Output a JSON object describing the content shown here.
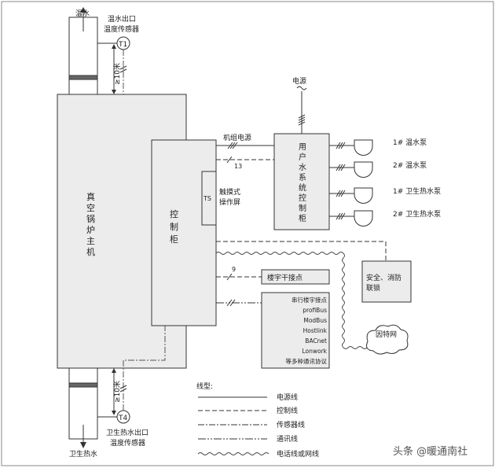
{
  "labels": {
    "hot_water": "温水",
    "hot_water_sensor_1": "温水出口",
    "hot_water_sensor_2": "温度传感器",
    "t1": "T1",
    "dist_top": "≥10米",
    "power_source": "电源",
    "boiler": [
      "真",
      "空",
      "锅",
      "炉",
      "主",
      "机"
    ],
    "cabinet": [
      "控",
      "制",
      "柜"
    ],
    "ts": "TS",
    "touch_1": "触摸式",
    "touch_2": "操作屏",
    "unit_power": "机组电源",
    "n13": "13",
    "n9": "9",
    "user_water": [
      "用",
      "户",
      "水",
      "系",
      "统",
      "控",
      "制",
      "柜"
    ],
    "pumps": [
      "1# 温水泵",
      "2# 温水泵",
      "1# 卫生热水泵",
      "2# 卫生热水泵"
    ],
    "building_contact": "楼宇干接点",
    "serial_lines": [
      "串行楼宇接点",
      "profiBus",
      "ModBus",
      "Hostlink",
      "BACnet",
      "Lonwork",
      "等多种通讯协议"
    ],
    "safety_1": "安全、消防",
    "safety_2": "联锁",
    "internet": "因特网",
    "dist_bottom": "≥10米",
    "t4": "T4",
    "sanitary_sensor_1": "卫生热水出口",
    "sanitary_sensor_2": "温度传感器",
    "sanitary_water": "卫生热水"
  },
  "legend": {
    "title": "线型:",
    "items": [
      "电源线",
      "控制线",
      "传感器线",
      "通讯线",
      "电话线或网线"
    ]
  },
  "watermark": "头条 @暖通南社"
}
